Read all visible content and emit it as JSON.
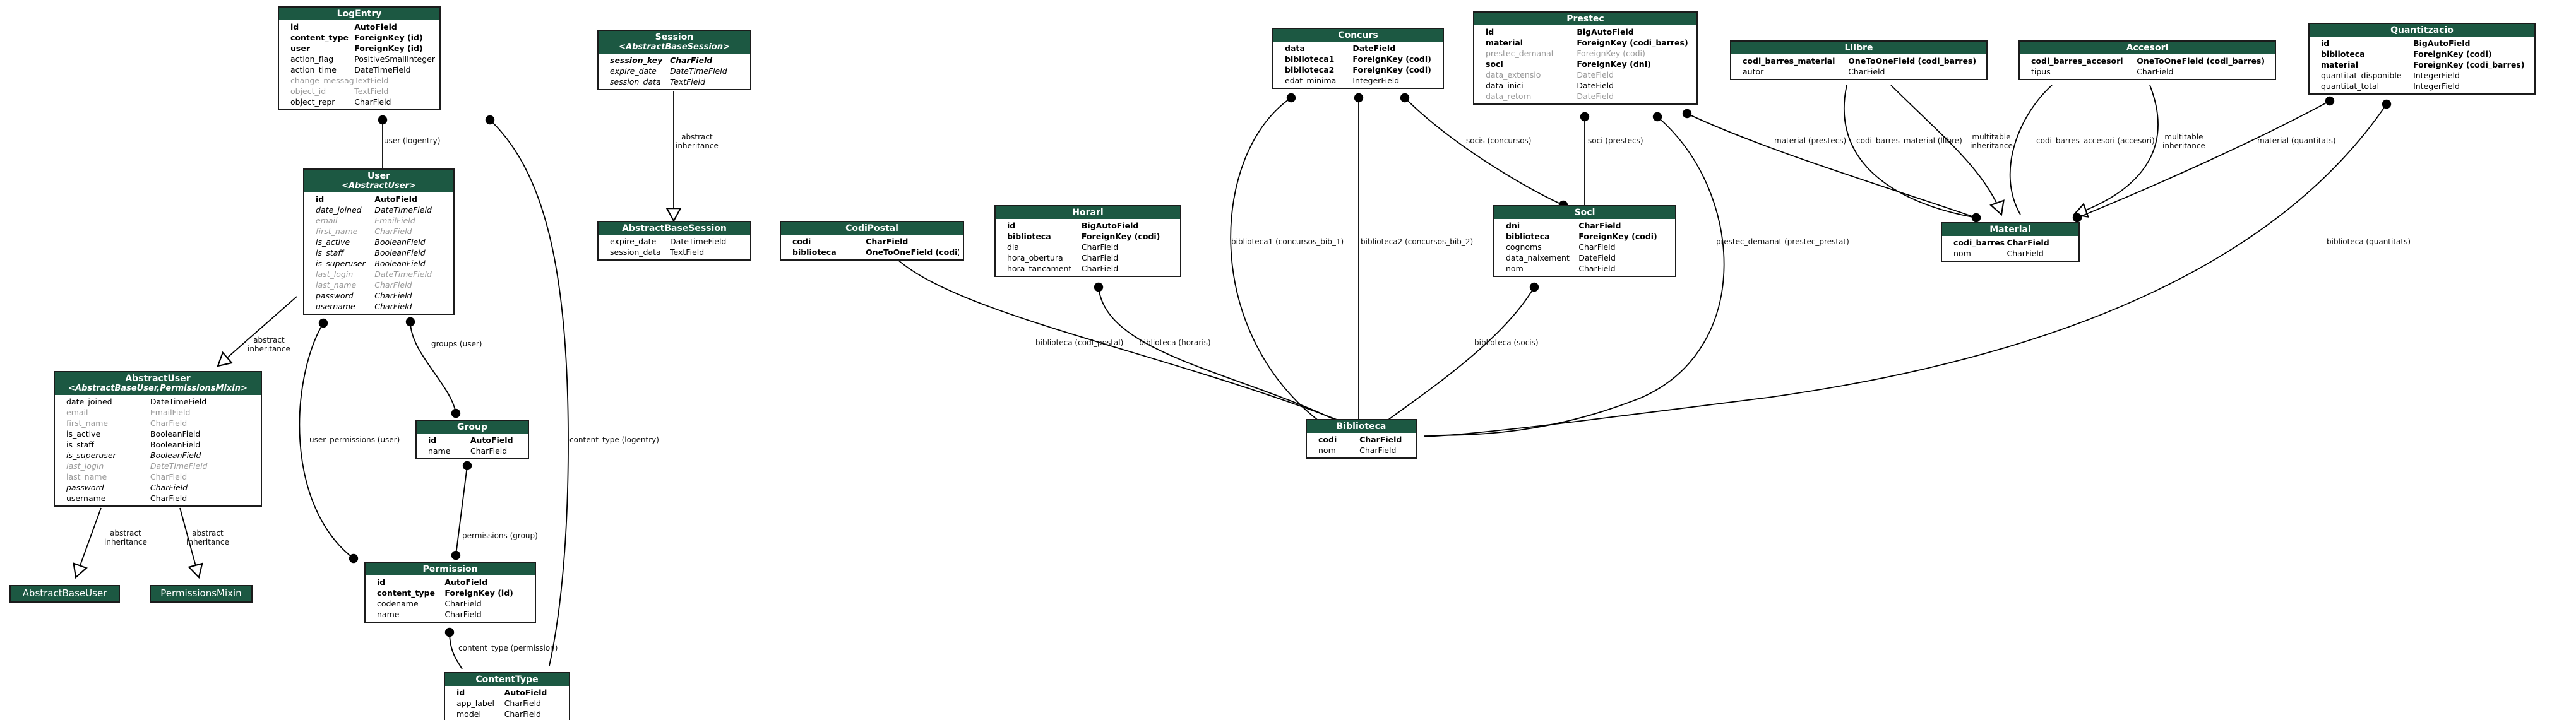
{
  "models": [
    {
      "id": "logentry",
      "title": "LogEntry",
      "fields": [
        [
          "id",
          "AutoField",
          "pk"
        ],
        [
          "content_type",
          "ForeignKey (id)",
          "rel"
        ],
        [
          "user",
          "ForeignKey (id)",
          "rel"
        ],
        [
          "action_flag",
          "PositiveSmallIntegerField",
          ""
        ],
        [
          "action_time",
          "DateTimeField",
          ""
        ],
        [
          "change_message",
          "TextField",
          "dim"
        ],
        [
          "object_id",
          "TextField",
          "dim"
        ],
        [
          "object_repr",
          "CharField",
          ""
        ]
      ]
    },
    {
      "id": "session",
      "title": "Session",
      "subtitle": "<AbstractBaseSession>",
      "fields": [
        [
          "session_key",
          "CharField",
          "pk abs"
        ],
        [
          "expire_date",
          "DateTimeField",
          "abs"
        ],
        [
          "session_data",
          "TextField",
          "abs"
        ]
      ]
    },
    {
      "id": "user",
      "title": "User",
      "subtitle": "<AbstractUser>",
      "fields": [
        [
          "id",
          "AutoField",
          "pk"
        ],
        [
          "date_joined",
          "DateTimeField",
          "abs"
        ],
        [
          "email",
          "EmailField",
          "abs dim"
        ],
        [
          "first_name",
          "CharField",
          "abs dim"
        ],
        [
          "is_active",
          "BooleanField",
          "abs"
        ],
        [
          "is_staff",
          "BooleanField",
          "abs"
        ],
        [
          "is_superuser",
          "BooleanField",
          "abs"
        ],
        [
          "last_login",
          "DateTimeField",
          "abs dim"
        ],
        [
          "last_name",
          "CharField",
          "abs dim"
        ],
        [
          "password",
          "CharField",
          "abs"
        ],
        [
          "username",
          "CharField",
          "abs"
        ]
      ]
    },
    {
      "id": "abstractbasesession",
      "title": "AbstractBaseSession",
      "fields": [
        [
          "expire_date",
          "DateTimeField",
          ""
        ],
        [
          "session_data",
          "TextField",
          ""
        ]
      ]
    },
    {
      "id": "abstractuser",
      "title": "AbstractUser",
      "subtitle": "<AbstractBaseUser,PermissionsMixin>",
      "fields": [
        [
          "date_joined",
          "DateTimeField",
          ""
        ],
        [
          "email",
          "EmailField",
          "dim"
        ],
        [
          "first_name",
          "CharField",
          "dim"
        ],
        [
          "is_active",
          "BooleanField",
          ""
        ],
        [
          "is_staff",
          "BooleanField",
          ""
        ],
        [
          "is_superuser",
          "BooleanField",
          "abs"
        ],
        [
          "last_login",
          "DateTimeField",
          "abs dim"
        ],
        [
          "last_name",
          "CharField",
          "dim"
        ],
        [
          "password",
          "CharField",
          "abs"
        ],
        [
          "username",
          "CharField",
          ""
        ]
      ]
    },
    {
      "id": "group",
      "title": "Group",
      "fields": [
        [
          "id",
          "AutoField",
          "pk"
        ],
        [
          "name",
          "CharField",
          ""
        ]
      ]
    },
    {
      "id": "permission",
      "title": "Permission",
      "fields": [
        [
          "id",
          "AutoField",
          "pk"
        ],
        [
          "content_type",
          "ForeignKey (id)",
          "rel"
        ],
        [
          "codename",
          "CharField",
          ""
        ],
        [
          "name",
          "CharField",
          ""
        ]
      ]
    },
    {
      "id": "contenttype",
      "title": "ContentType",
      "fields": [
        [
          "id",
          "AutoField",
          "pk"
        ],
        [
          "app_label",
          "CharField",
          ""
        ],
        [
          "model",
          "CharField",
          ""
        ]
      ]
    },
    {
      "id": "codipostal",
      "title": "CodiPostal",
      "fields": [
        [
          "codi",
          "CharField",
          "pk"
        ],
        [
          "biblioteca",
          "OneToOneField (codi)",
          "rel"
        ]
      ]
    },
    {
      "id": "horari",
      "title": "Horari",
      "fields": [
        [
          "id",
          "BigAutoField",
          "pk"
        ],
        [
          "biblioteca",
          "ForeignKey (codi)",
          "rel"
        ],
        [
          "dia",
          "CharField",
          ""
        ],
        [
          "hora_obertura",
          "CharField",
          ""
        ],
        [
          "hora_tancament",
          "CharField",
          ""
        ]
      ]
    },
    {
      "id": "concurs",
      "title": "Concurs",
      "fields": [
        [
          "data",
          "DateField",
          "pk"
        ],
        [
          "biblioteca1",
          "ForeignKey (codi)",
          "rel"
        ],
        [
          "biblioteca2",
          "ForeignKey (codi)",
          "rel"
        ],
        [
          "edat_minima",
          "IntegerField",
          ""
        ]
      ]
    },
    {
      "id": "prestec",
      "title": "Prestec",
      "fields": [
        [
          "id",
          "BigAutoField",
          "pk"
        ],
        [
          "material",
          "ForeignKey (codi_barres)",
          "rel"
        ],
        [
          "prestec_demanat",
          "ForeignKey (codi)",
          "dim"
        ],
        [
          "soci",
          "ForeignKey (dni)",
          "rel"
        ],
        [
          "data_extensio",
          "DateField",
          "dim"
        ],
        [
          "data_inici",
          "DateField",
          ""
        ],
        [
          "data_retorn",
          "DateField",
          "dim"
        ]
      ]
    },
    {
      "id": "soci",
      "title": "Soci",
      "fields": [
        [
          "dni",
          "CharField",
          "pk"
        ],
        [
          "biblioteca",
          "ForeignKey (codi)",
          "rel"
        ],
        [
          "cognoms",
          "CharField",
          ""
        ],
        [
          "data_naixement",
          "DateField",
          ""
        ],
        [
          "nom",
          "CharField",
          ""
        ]
      ]
    },
    {
      "id": "biblioteca",
      "title": "Biblioteca",
      "fields": [
        [
          "codi",
          "CharField",
          "pk"
        ],
        [
          "nom",
          "CharField",
          ""
        ]
      ]
    },
    {
      "id": "llibre",
      "title": "Llibre",
      "fields": [
        [
          "codi_barres_material",
          "OneToOneField (codi_barres)",
          "pk"
        ],
        [
          "autor",
          "CharField",
          ""
        ]
      ]
    },
    {
      "id": "accesori",
      "title": "Accesori",
      "fields": [
        [
          "codi_barres_accesori",
          "OneToOneField (codi_barres)",
          "pk"
        ],
        [
          "tipus",
          "CharField",
          ""
        ]
      ]
    },
    {
      "id": "material",
      "title": "Material",
      "fields": [
        [
          "codi_barres",
          "CharField",
          "pk"
        ],
        [
          "nom",
          "CharField",
          ""
        ]
      ]
    },
    {
      "id": "quantitzacio",
      "title": "Quantitzacio",
      "fields": [
        [
          "id",
          "BigAutoField",
          "pk"
        ],
        [
          "biblioteca",
          "ForeignKey (codi)",
          "rel"
        ],
        [
          "material",
          "ForeignKey (codi_barres)",
          "rel"
        ],
        [
          "quantitat_disponible",
          "IntegerField",
          ""
        ],
        [
          "quantitat_total",
          "IntegerField",
          ""
        ]
      ]
    }
  ],
  "plain_boxes": [
    {
      "id": "abstractbaseuser",
      "label": "AbstractBaseUser"
    },
    {
      "id": "permissionsmixin",
      "label": "PermissionsMixin"
    }
  ],
  "edge_labels": [
    {
      "id": "logentry-user",
      "text": "user (logentry)"
    },
    {
      "id": "logentry-contenttype",
      "text": "content_type (logentry)"
    },
    {
      "id": "session-abs",
      "text": "abstract\ninheritance"
    },
    {
      "id": "user-abs",
      "text": "abstract\ninheritance"
    },
    {
      "id": "user-groups",
      "text": "groups (user)"
    },
    {
      "id": "user-perms",
      "text": "user_permissions (user)"
    },
    {
      "id": "group-perms",
      "text": "permissions (group)"
    },
    {
      "id": "perm-ct",
      "text": "content_type (permission)"
    },
    {
      "id": "abstract-baseuser",
      "text": "abstract\ninheritance"
    },
    {
      "id": "abstract-mixin",
      "text": "abstract\ninheritance"
    },
    {
      "id": "codipostal-bib",
      "text": "biblioteca (codi_postal)"
    },
    {
      "id": "horari-bib",
      "text": "biblioteca (horaris)"
    },
    {
      "id": "concurs-bib1",
      "text": "biblioteca1 (concursos_bib_1)"
    },
    {
      "id": "concurs-bib2",
      "text": "biblioteca2 (concursos_bib_2)"
    },
    {
      "id": "concurs-soci",
      "text": "socis (concursos)"
    },
    {
      "id": "prestec-soci",
      "text": "soci (prestecs)"
    },
    {
      "id": "soci-bib",
      "text": "biblioteca (socis)"
    },
    {
      "id": "prestec-bib",
      "text": "prestec_demanat (prestec_prestat)"
    },
    {
      "id": "prestec-material",
      "text": "material (prestecs)"
    },
    {
      "id": "llibre-material",
      "text": "codi_barres_material (llibre)"
    },
    {
      "id": "llibre-inh",
      "text": "multitable\ninheritance"
    },
    {
      "id": "accesori-material",
      "text": "codi_barres_accesori (accesori)"
    },
    {
      "id": "accesori-inh",
      "text": "multitable\ninheritance"
    },
    {
      "id": "quant-material",
      "text": "material (quantitats)"
    },
    {
      "id": "quant-bib",
      "text": "biblioteca (quantitats)"
    }
  ]
}
